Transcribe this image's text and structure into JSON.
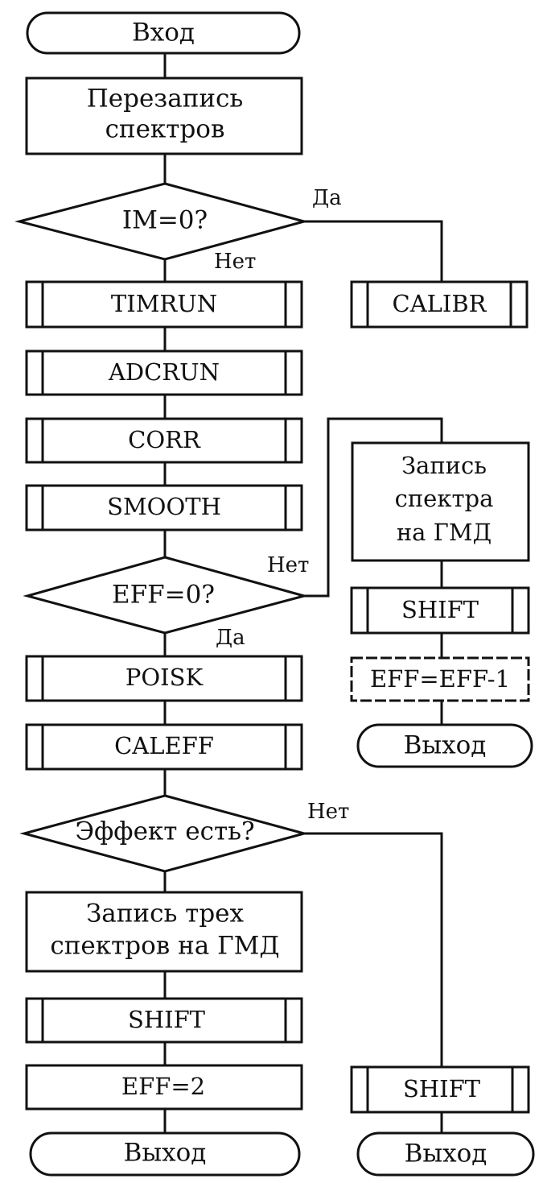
{
  "nodes": {
    "entry": "Вход",
    "rewrite_line1": "Перезапись",
    "rewrite_line2": "спектров",
    "im_check": "IM=0?",
    "calibr": "CALIBR",
    "timrun": "TIMRUN",
    "adcrun": "ADCRUN",
    "corr": "CORR",
    "smooth": "SMOOTH",
    "eff_check": "EFF=0?",
    "poisk": "POISK",
    "caleff": "CALEFF",
    "effect_check": "Эффект есть?",
    "write3_line1": "Запись трех",
    "write3_line2": "спектров на ГМД",
    "shift_left": "SHIFT",
    "eff_set2": "EFF=2",
    "exit_left": "Выход",
    "write1_line1": "Запись",
    "write1_line2": "спектра",
    "write1_line3": "на ГМД",
    "shift_right_top": "SHIFT",
    "eff_dec": "EFF=EFF-1",
    "exit_right_top": "Выход",
    "shift_right_bottom": "SHIFT",
    "exit_right_bottom": "Выход"
  },
  "branch_labels": {
    "im_yes": "Да",
    "im_no": "Нет",
    "eff_no": "Нет",
    "eff_yes": "Да",
    "effect_no": "Нет"
  }
}
